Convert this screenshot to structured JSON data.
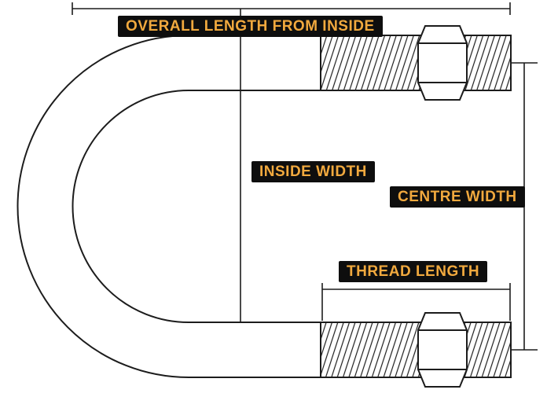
{
  "diagram": {
    "title": "U-bolt dimension diagram",
    "labels": {
      "overall_length": "OVERALL LENGTH FROM INSIDE",
      "inside_width": "INSIDE WIDTH",
      "centre_width": "CENTRE WIDTH",
      "thread_length": "THREAD LENGTH"
    },
    "colors": {
      "background": "#ffffff",
      "line": "#1c1c1c",
      "label_bg": "#0e0e0e",
      "label_text": "#f1a93e"
    }
  }
}
